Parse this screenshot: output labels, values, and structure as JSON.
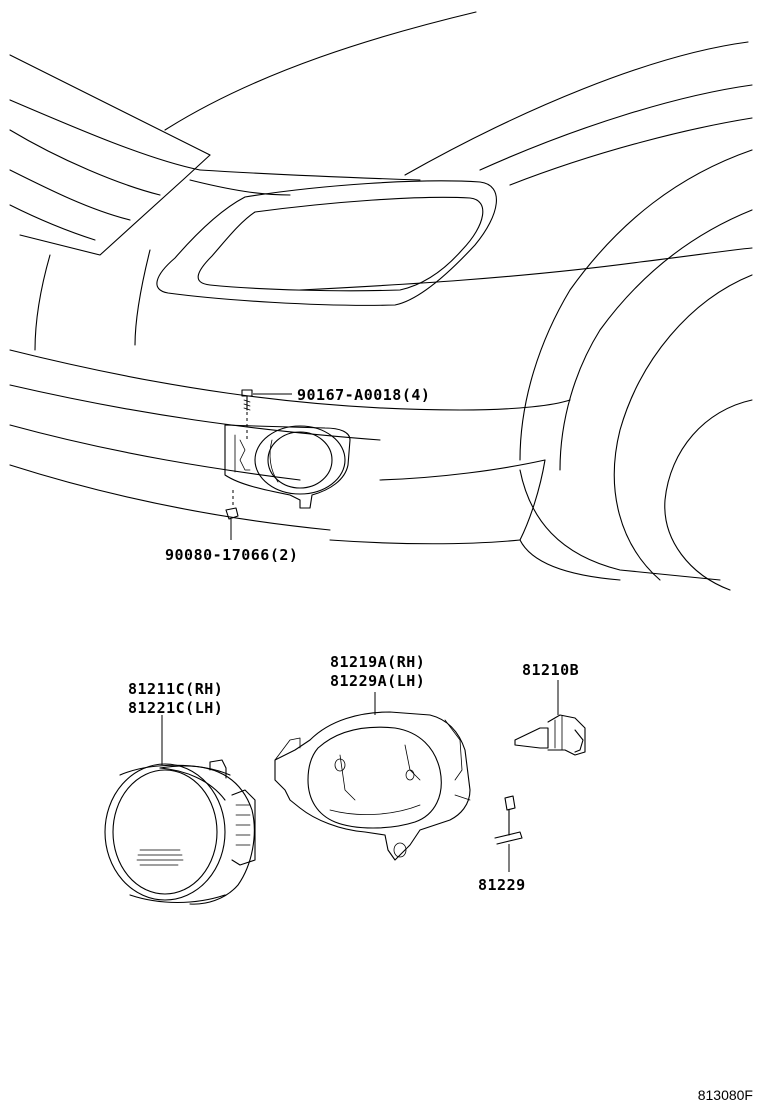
{
  "callouts": {
    "bolt": "90167-A0018(4)",
    "nut": "90080-17066(2)",
    "housing_rh": "81219A(RH)",
    "housing_lh": "81229A(LH)",
    "lamp_rh": "81211C(RH)",
    "lamp_lh": "81221C(LH)",
    "bulb": "81210B",
    "socket": "81229"
  },
  "diagram_code": "813080F"
}
